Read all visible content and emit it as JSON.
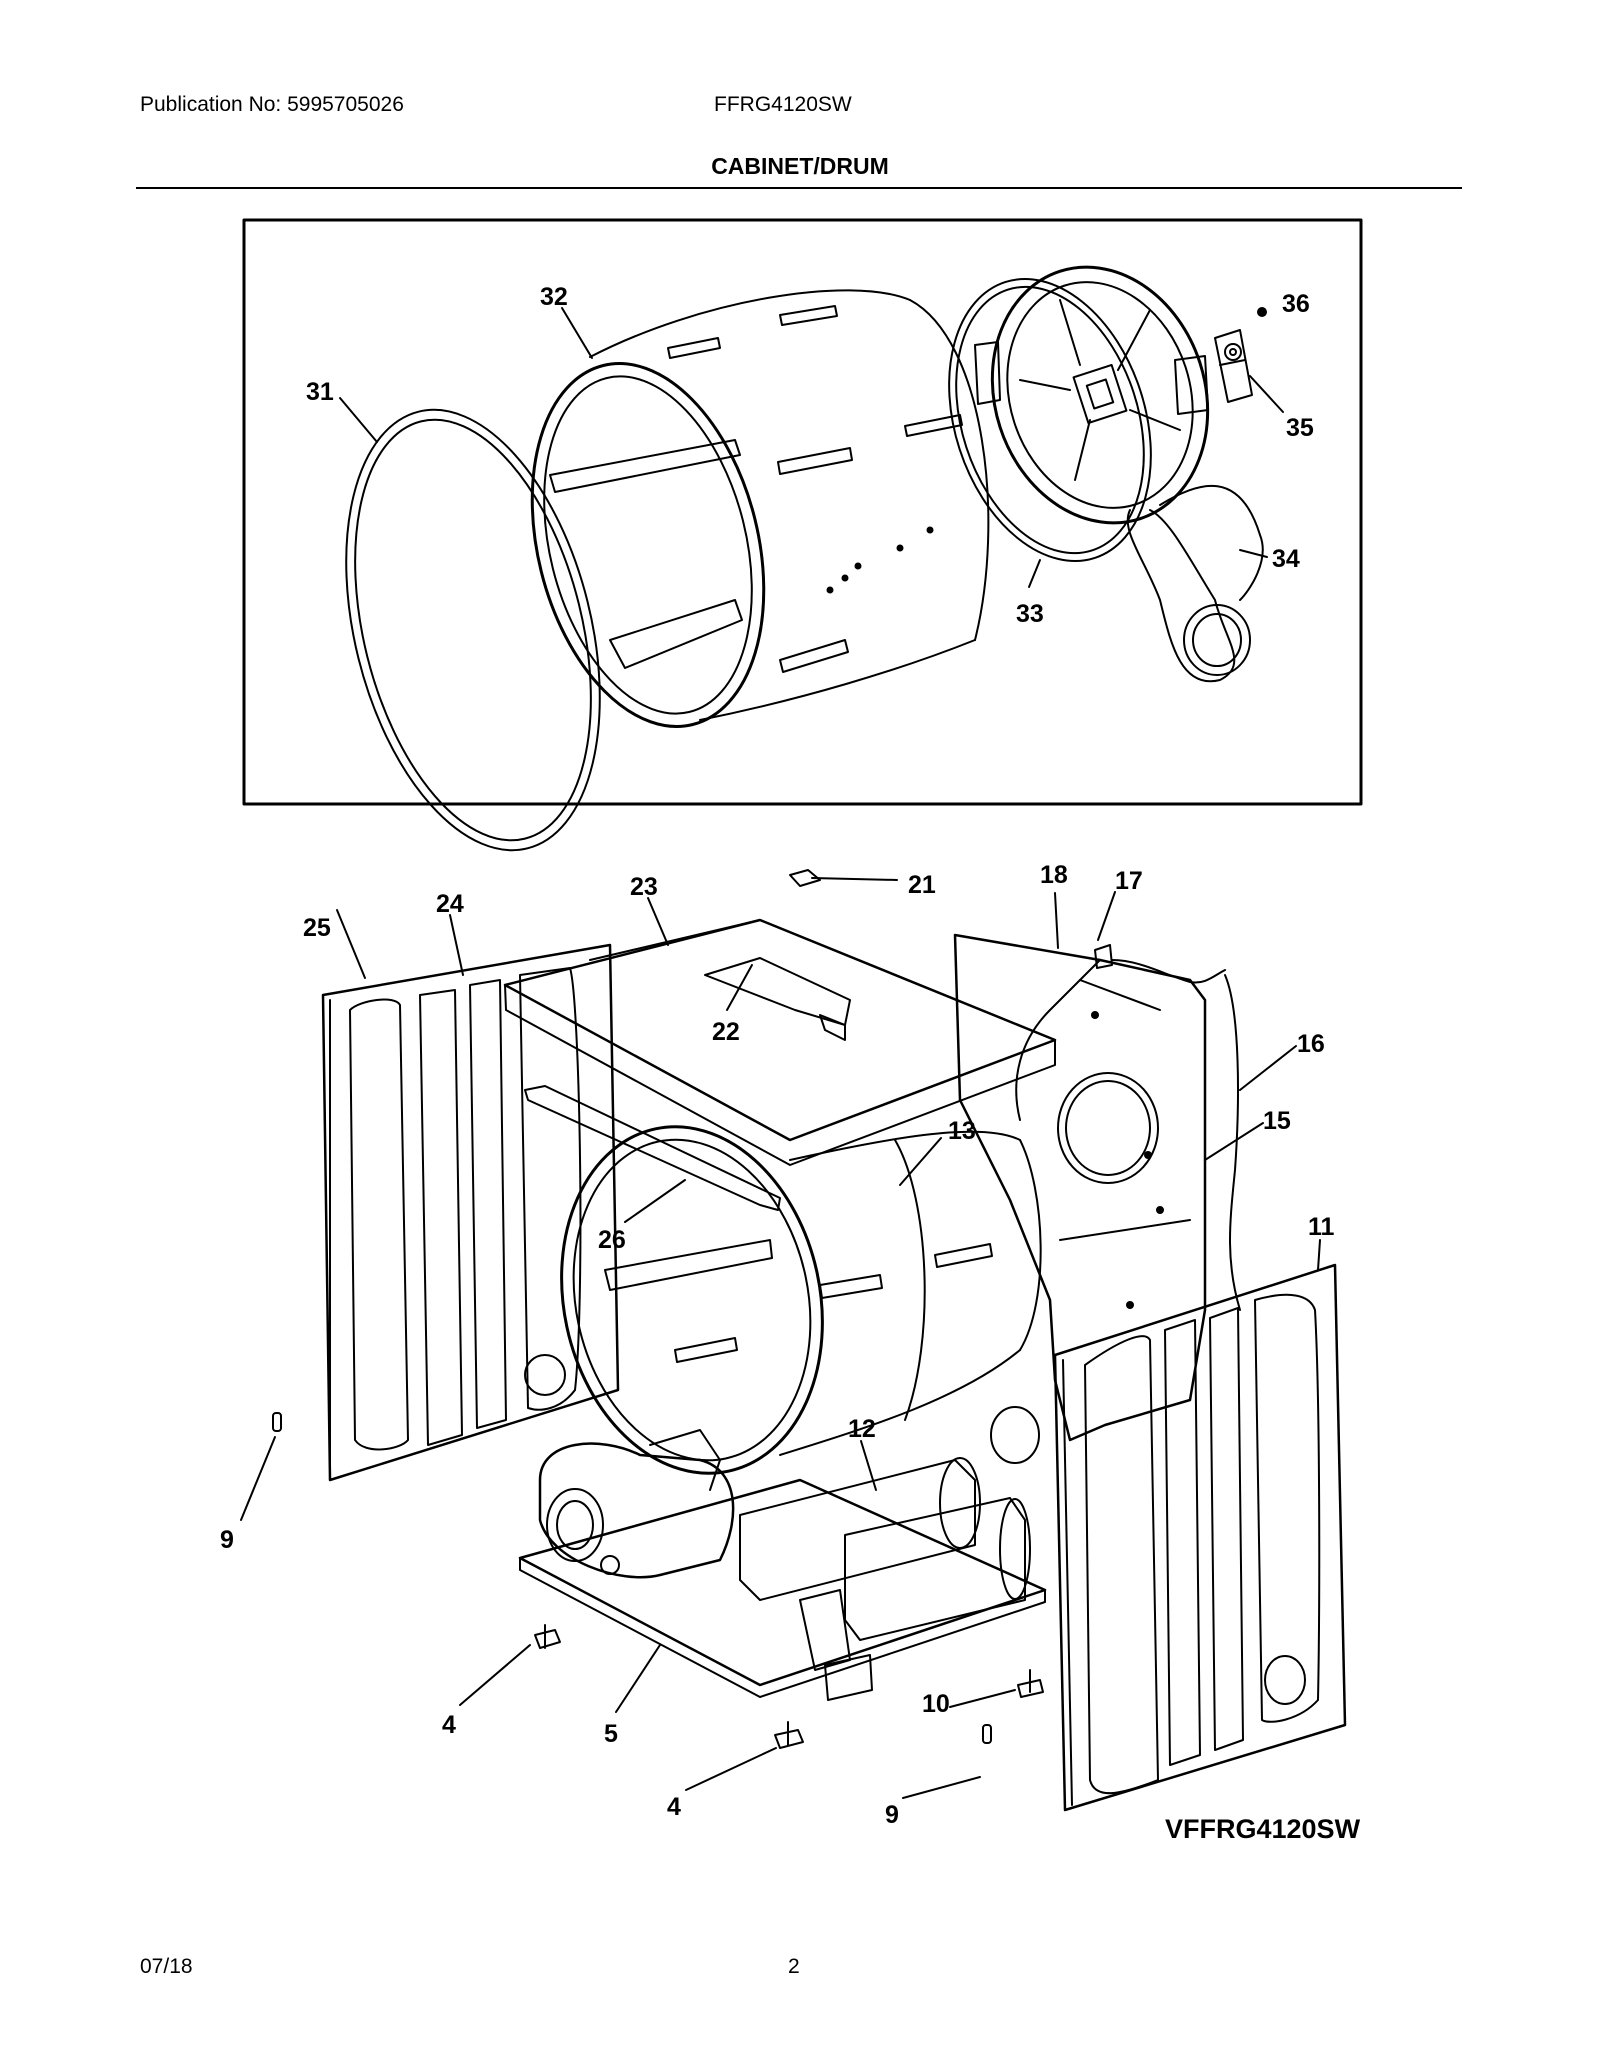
{
  "header": {
    "publication": "Publication No:  5995705026",
    "model": "FFRG4120SW",
    "section_title": "CABINET/DRUM"
  },
  "diagram_stamp": "VFFRG4120SW",
  "callouts": {
    "c31": "31",
    "c32": "32",
    "c33": "33",
    "c34": "34",
    "c35": "35",
    "c36": "36",
    "c25": "25",
    "c24": "24",
    "c23": "23",
    "c21": "21",
    "c18": "18",
    "c17": "17",
    "c22": "22",
    "c16": "16",
    "c15": "15",
    "c13": "13",
    "c26": "26",
    "c11": "11",
    "c12": "12",
    "c9a": "9",
    "c4a": "4",
    "c5": "5",
    "c10": "10",
    "c4b": "4",
    "c9b": "9"
  },
  "footer": {
    "date": "07/18",
    "page": "2"
  }
}
